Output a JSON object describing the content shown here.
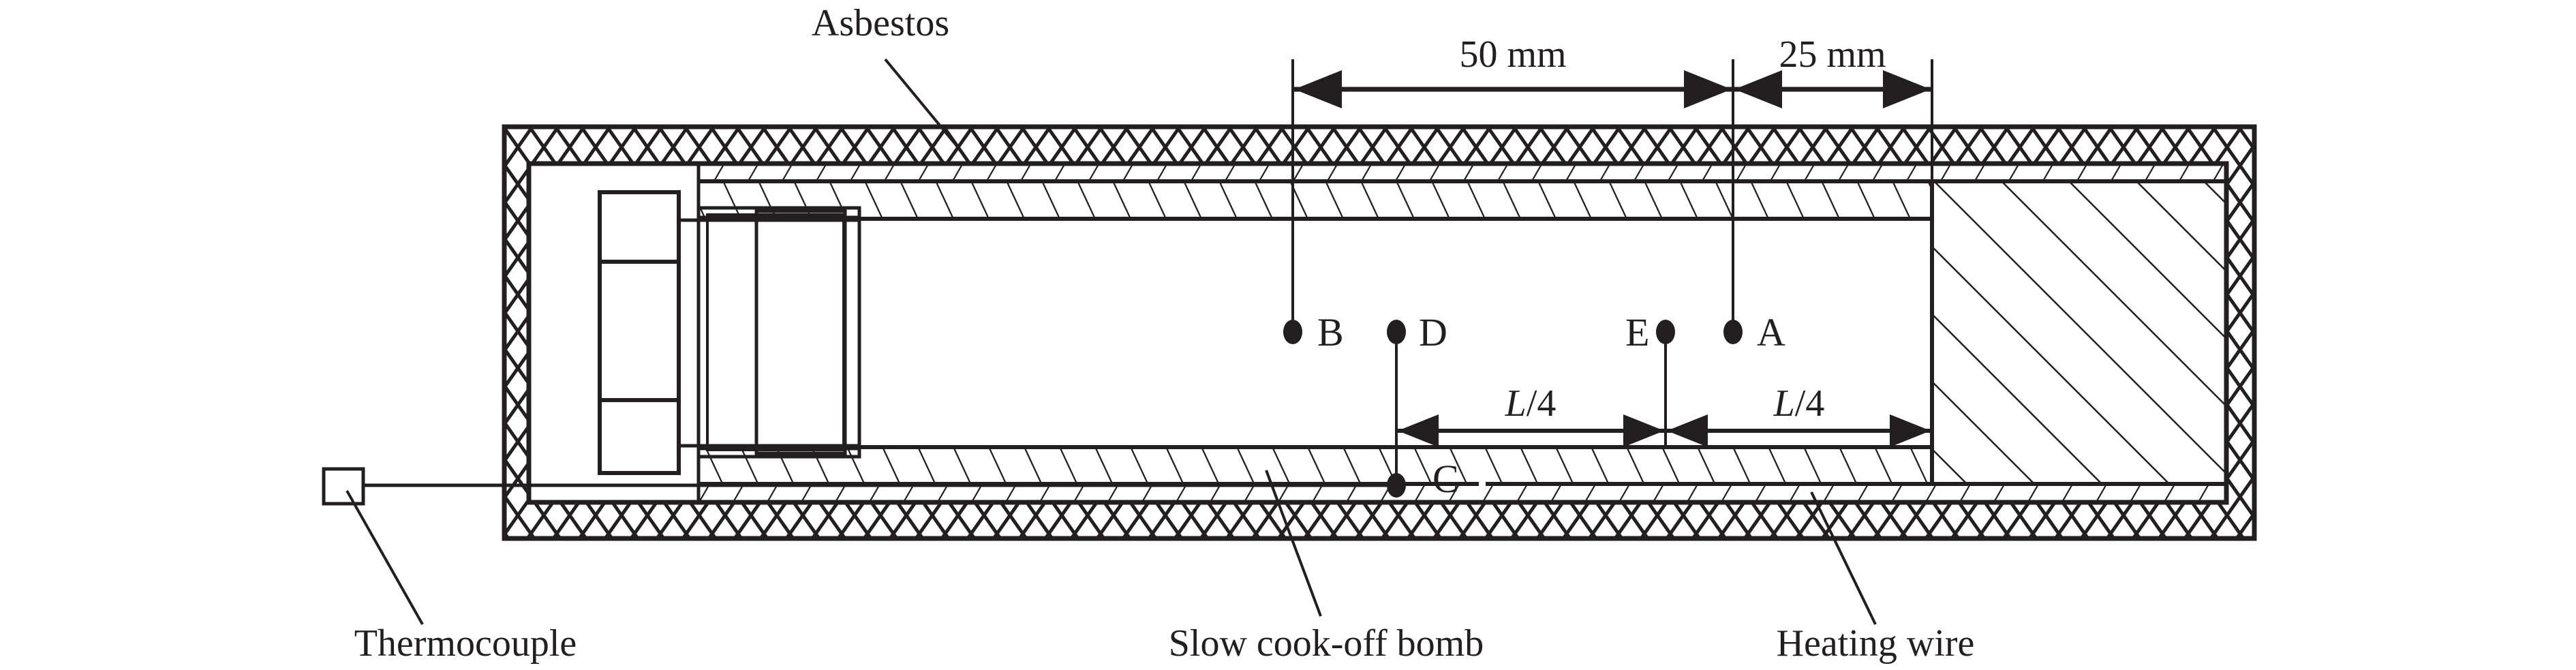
{
  "labels": {
    "asbestos": "Asbestos",
    "thermocouple": "Thermocouple",
    "bomb": "Slow cook-off bomb",
    "heating_wire": "Heating wire"
  },
  "dimensions": {
    "d1": "50 mm",
    "d2": "25 mm",
    "quarter_left_L": "L",
    "quarter_left_rest": "/4",
    "quarter_right_L": "L",
    "quarter_right_rest": "/4"
  },
  "points": {
    "A": "A",
    "B": "B",
    "C": "C",
    "D": "D",
    "E": "E"
  },
  "colors": {
    "ink": "#231f20",
    "background": "#ffffff"
  }
}
